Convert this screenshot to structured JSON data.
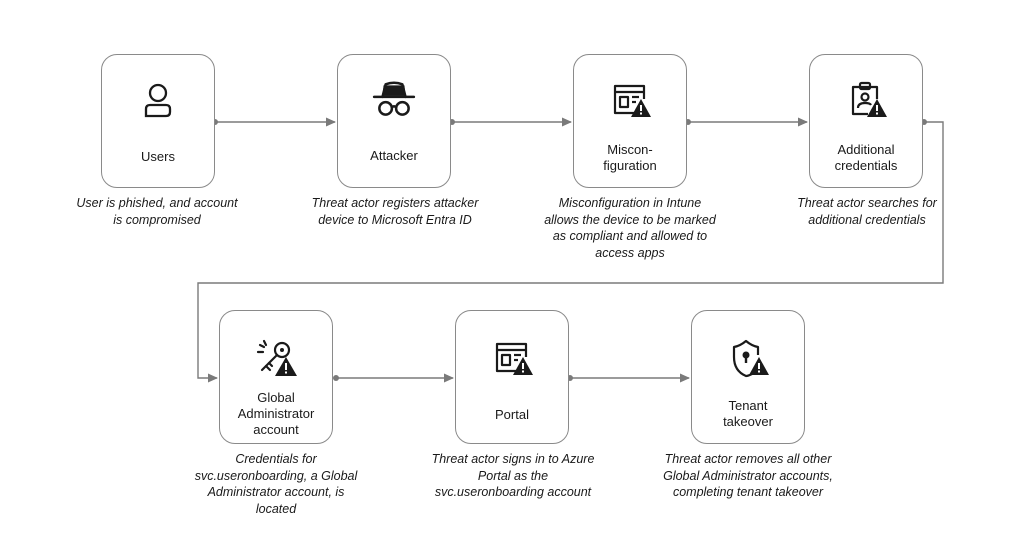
{
  "colors": {
    "line": "#7a7a7a",
    "border": "#8a8a8a",
    "icon": "#1a1a1a",
    "warn": "#1a1a1a"
  },
  "steps": [
    {
      "label": "Users",
      "icon": "user-icon",
      "caption": "User is phished, and account is compromised"
    },
    {
      "label": "Attacker",
      "icon": "spy-icon",
      "caption": "Threat actor registers attacker device to Microsoft Entra ID"
    },
    {
      "label": "Miscon-figuration",
      "icon": "window-warning-icon",
      "caption": "Misconfiguration in Intune allows the device to be marked as compliant and allowed to access apps"
    },
    {
      "label": "Additional credentials",
      "icon": "clipboard-warning-icon",
      "caption": "Threat actor searches for additional credentials"
    },
    {
      "label": "Global Administrator account",
      "icon": "key-warning-icon",
      "caption": "Credentials for svc.useronboarding, a Global Administrator account, is located"
    },
    {
      "label": "Portal",
      "icon": "portal-warning-icon",
      "caption": "Threat actor signs in to Azure Portal as the svc.useronboarding account"
    },
    {
      "label": "Tenant takeover",
      "icon": "shield-warning-icon",
      "caption": "Threat actor removes all other Global Administrator accounts, completing tenant takeover"
    }
  ]
}
